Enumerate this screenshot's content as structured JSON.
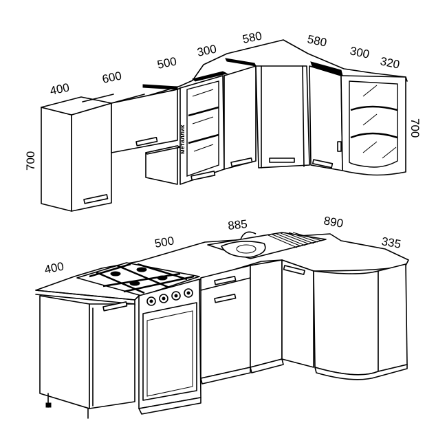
{
  "upper": {
    "width_400": "400",
    "width_600": "600",
    "width_500": "500",
    "width_300_left": "300",
    "width_580_left": "580",
    "width_580_right": "580",
    "width_300_right": "300",
    "width_320": "320",
    "height_left": "700",
    "height_right": "700",
    "showcase_material": "металлик"
  },
  "lower": {
    "width_400": "400",
    "width_500": "500",
    "width_885": "885",
    "width_890": "890",
    "width_335": "335"
  }
}
